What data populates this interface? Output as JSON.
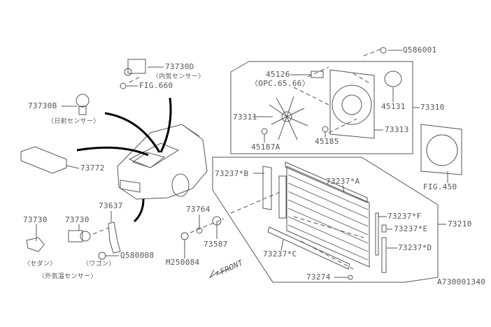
{
  "diagram": {
    "code": "A730001340",
    "front_label": "FRONT",
    "parts": {
      "p73730D": "73730D",
      "inner_sensor": "〈内気センサー〉",
      "fig660": "FIG.660",
      "p73730B": "73730B",
      "solar_sensor": "〈日射センサー〉",
      "p73772": "73772",
      "p73730_sedan": "73730",
      "p73730_wagon": "73730",
      "p73637": "73637",
      "q580008": "Q580008",
      "sedan": "〈セダン〉",
      "wagon": "〈ワゴン〉",
      "outside_sensor": "〈外気温センサー〉",
      "p73764": "73764",
      "p73587": "73587",
      "m250084": "M250084",
      "q586001": "Q586001",
      "p45126": "45126",
      "opc": "〈OPC.65.66〉",
      "p73311": "73311",
      "p45187A": "45187A",
      "p45185": "45185",
      "p45131": "45131",
      "p73310": "73310",
      "p73313": "73313",
      "fig450": "FIG.450",
      "p73237B": "73237*B",
      "p73237A": "73237*A",
      "p73237F": "73237*F",
      "p73237E": "73237*E",
      "p73237D": "73237*D",
      "p73210": "73210",
      "p73237C": "73237*C",
      "p73274": "73274"
    },
    "colors": {
      "line": "#555555",
      "leader": "#000000"
    }
  }
}
